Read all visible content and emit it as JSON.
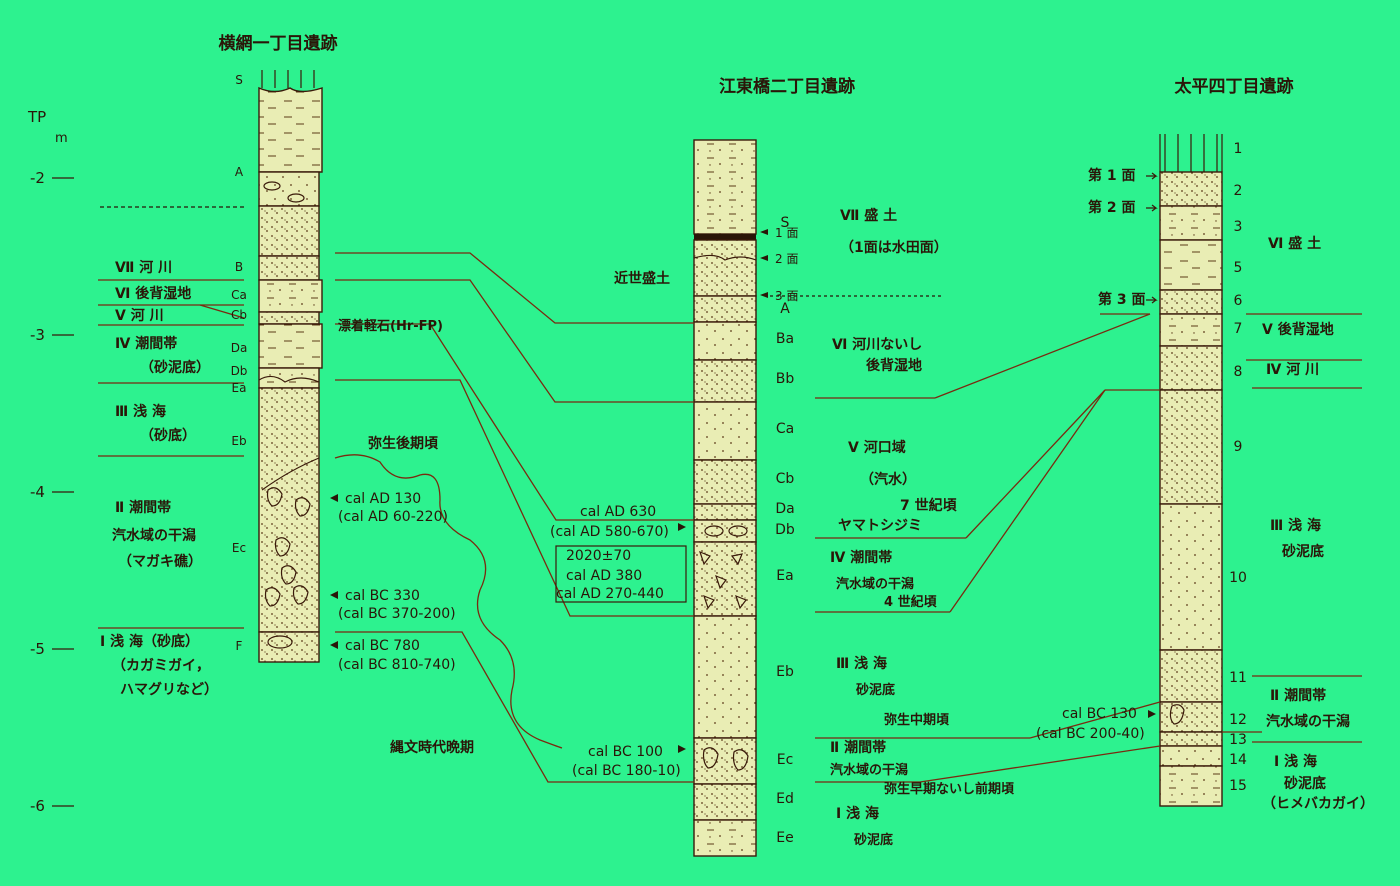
{
  "titles": {
    "site1": "横網一丁目遺跡",
    "site2": "江東橋二丁目遺跡",
    "site3": "太平四丁目遺跡"
  },
  "axis": {
    "tp": "TP",
    "unit": "m",
    "ticks": [
      {
        "label": "-2",
        "value": -2
      },
      {
        "label": "-3",
        "value": -3
      },
      {
        "label": "-4",
        "value": -4
      },
      {
        "label": "-5",
        "value": -5
      },
      {
        "label": "-6",
        "value": -6
      }
    ]
  },
  "site1": {
    "layers": [
      "S",
      "A",
      "B",
      "Ca",
      "Cb",
      "Da",
      "Db",
      "Ea",
      "Eb",
      "Ec",
      "F"
    ],
    "zones": [
      "Ⅶ 河 川",
      "Ⅵ 後背湿地",
      "Ⅴ 河 川",
      "Ⅳ 潮間帯",
      "（砂泥底）",
      "Ⅲ 浅 海",
      "（砂底）",
      "Ⅱ 潮間帯",
      "汽水域の干潟",
      "（マガキ礁）",
      "Ⅰ 浅 海（砂底）",
      "（カガミガイ，",
      "ハマグリなど）"
    ],
    "dates": [
      "cal AD 130",
      "(cal AD 60-220)",
      "cal BC 330",
      "(cal BC 370-200)",
      "cal BC 780",
      "(cal BC 810-740)"
    ]
  },
  "site2": {
    "layers": [
      "S",
      "A",
      "Ba",
      "Bb",
      "Ca",
      "Cb",
      "Da",
      "Db",
      "Ea",
      "Eb",
      "Ec",
      "Ed",
      "Ee"
    ],
    "surfaces": [
      "1 面",
      "2 面",
      "3 面"
    ],
    "zones": [
      "Ⅶ 盛 土",
      "（1面は水田面）",
      "Ⅵ 河川ないし",
      "後背湿地",
      "Ⅴ 河口域",
      "（汽水）",
      "7 世紀頃",
      "ヤマトシジミ",
      "Ⅳ 潮間帯",
      "汽水域の干潟",
      "4 世紀頃",
      "Ⅲ 浅 海",
      "砂泥底",
      "弥生中期頃",
      "Ⅱ 潮間帯",
      "汽水域の干潟",
      "弥生早期ないし前期頃",
      "Ⅰ 浅 海",
      "砂泥底"
    ],
    "dates": [
      "cal AD 630",
      "(cal AD 580-670)",
      "2020±70",
      "cal AD 380",
      "cal AD 270-440",
      "cal BC 100",
      "(cal BC 180-10)"
    ]
  },
  "site3": {
    "layers": [
      "1",
      "2",
      "3",
      "5",
      "6",
      "7",
      "8",
      "9",
      "10",
      "11",
      "12",
      "13",
      "14",
      "15"
    ],
    "surfaces": [
      "第 1 面",
      "第 2 面",
      "第 3 面"
    ],
    "zones": [
      "Ⅵ 盛 土",
      "Ⅴ 後背湿地",
      "Ⅳ 河 川",
      "Ⅲ 浅 海",
      "砂泥底",
      "Ⅱ 潮間帯",
      "汽水域の干潟",
      "Ⅰ 浅 海",
      "砂泥底",
      "（ヒメバカガイ）"
    ],
    "dates": [
      "cal BC 130",
      "(cal BC 200-40)"
    ]
  },
  "notes": {
    "kinsei": "近世盛土",
    "pumice": "漂着軽石(Hr-FP)",
    "yayoi_late": "弥生後期頃",
    "jomon_late": "縄文時代晩期"
  },
  "colors": {
    "background": "#2df28f",
    "column_fill": "#e9edb4",
    "ink": "#2a1608",
    "line": "#7a2a10"
  }
}
